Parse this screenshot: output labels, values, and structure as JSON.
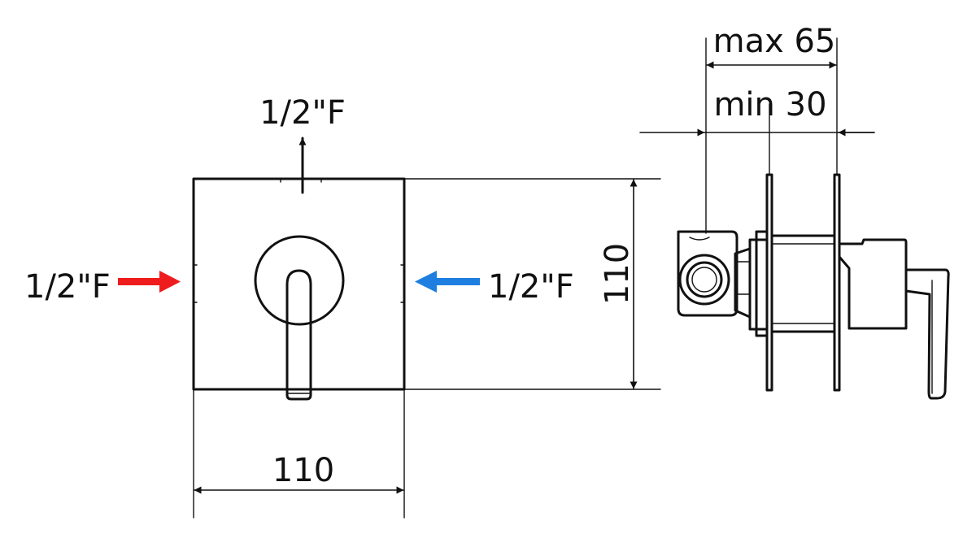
{
  "front_view": {
    "top_connection": "1/2\"F",
    "left_connection": "1/2\"F",
    "right_connection": "1/2\"F",
    "width_dim": "110",
    "height_dim": "110"
  },
  "side_view": {
    "max_dim": "max 65",
    "min_dim": "min 30"
  },
  "colors": {
    "hot_arrow": "#ee1c1c",
    "cold_arrow": "#1e7fe0",
    "line": "#111111"
  }
}
